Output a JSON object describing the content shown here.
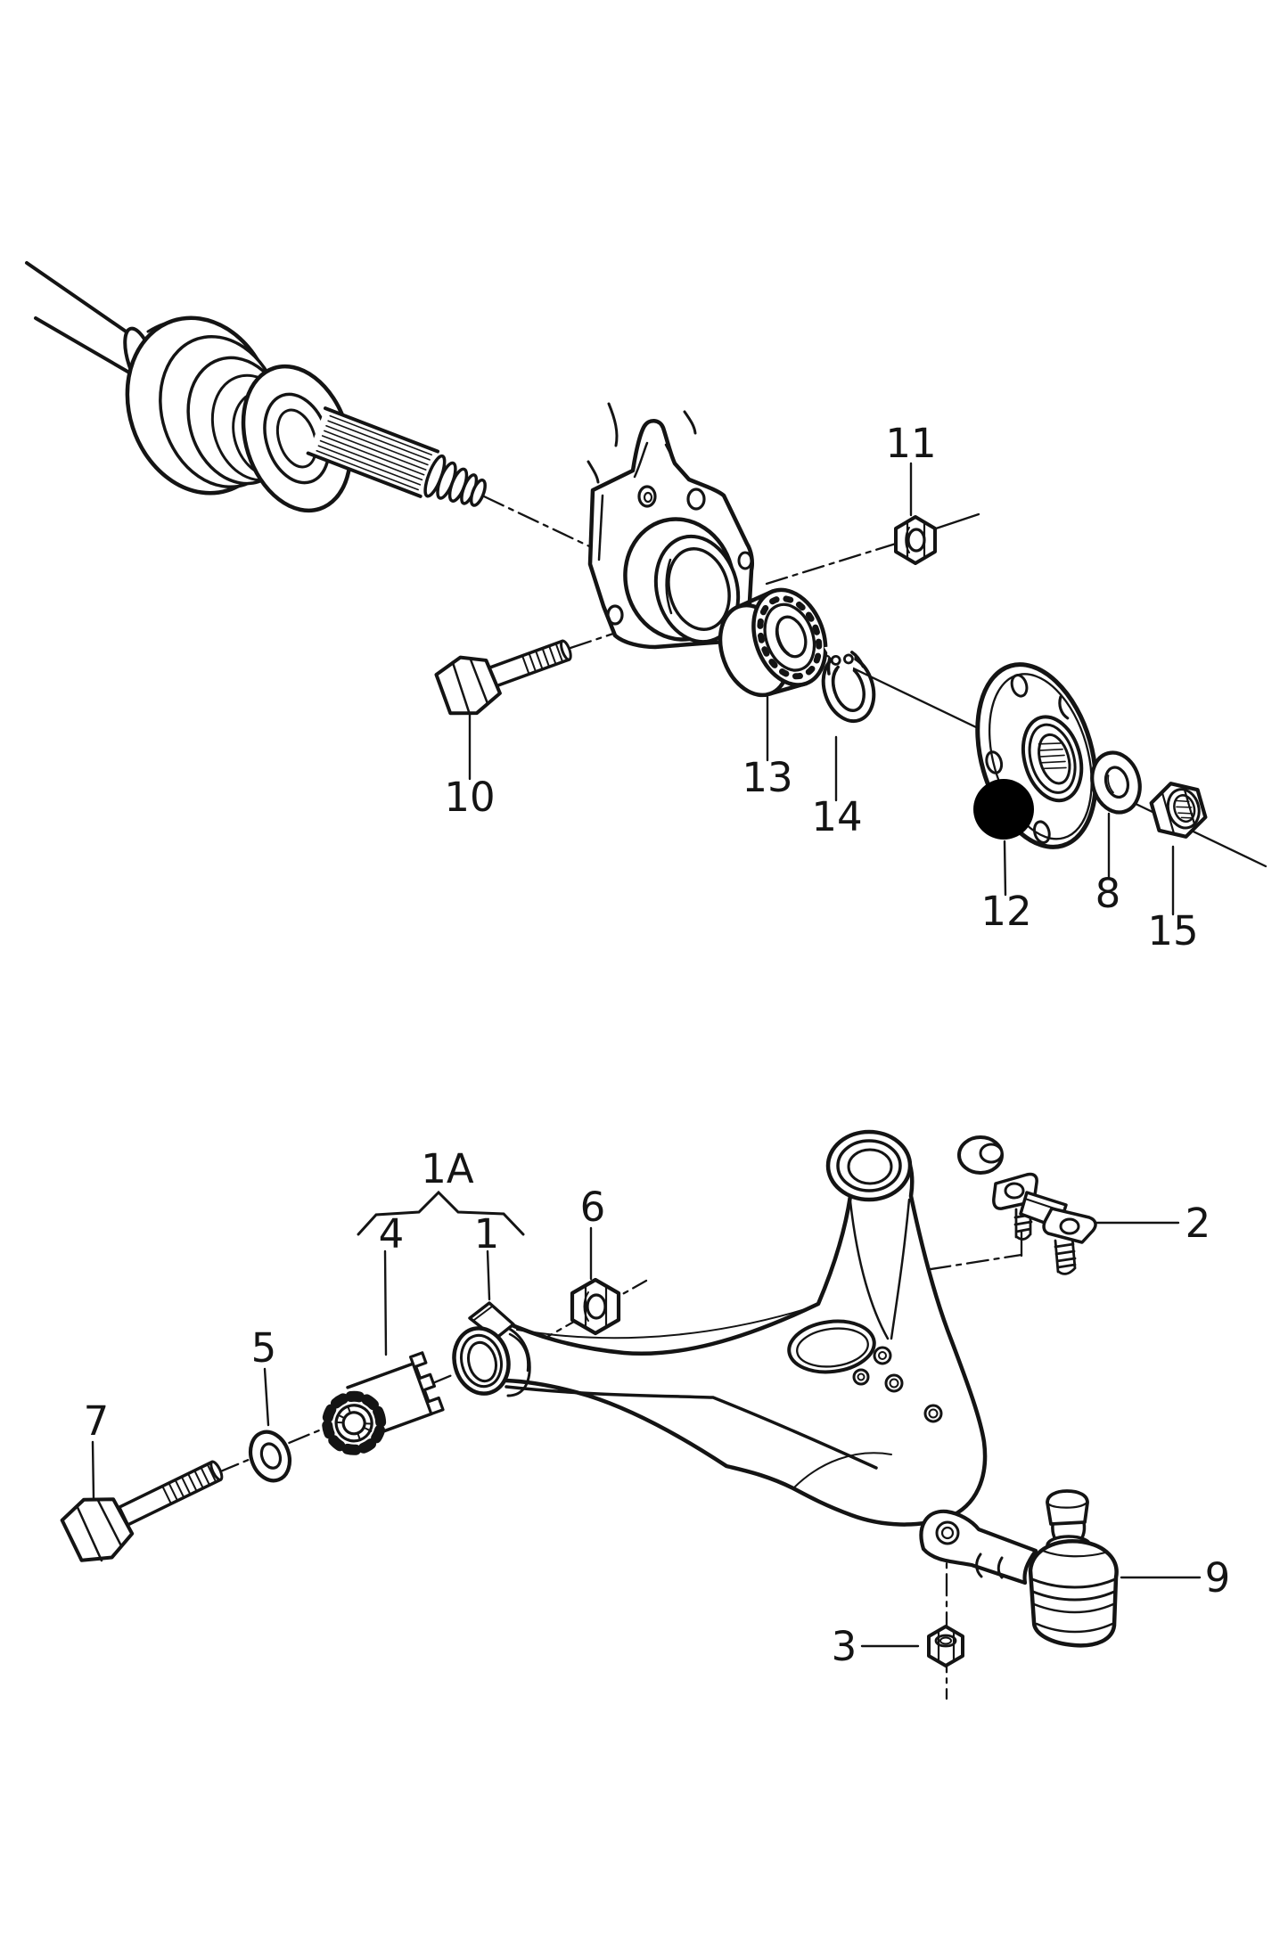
{
  "meta": {
    "background_color": "#ffffff",
    "line_color": "#141414",
    "marker_color": "#000000"
  },
  "diagram": {
    "type": "exploded-parts-drawing",
    "sections": [
      {
        "name": "drive-shaft-wheel-bearing-hub-assembly"
      },
      {
        "name": "lower-control-arm-assembly"
      }
    ],
    "labels": [
      {
        "id": "10",
        "text": "10"
      },
      {
        "id": "11",
        "text": "11"
      },
      {
        "id": "13",
        "text": "13"
      },
      {
        "id": "14",
        "text": "14"
      },
      {
        "id": "12",
        "text": "12"
      },
      {
        "id": "8",
        "text": "8"
      },
      {
        "id": "15",
        "text": "15"
      },
      {
        "id": "1A",
        "text": "1A"
      },
      {
        "id": "4",
        "text": "4"
      },
      {
        "id": "1",
        "text": "1"
      },
      {
        "id": "6",
        "text": "6"
      },
      {
        "id": "5",
        "text": "5"
      },
      {
        "id": "7",
        "text": "7"
      },
      {
        "id": "2",
        "text": "2"
      },
      {
        "id": "3",
        "text": "3"
      },
      {
        "id": "9",
        "text": "9"
      }
    ],
    "selected_part_marker": {
      "part_id": "12",
      "shape": "filled-circle"
    }
  }
}
